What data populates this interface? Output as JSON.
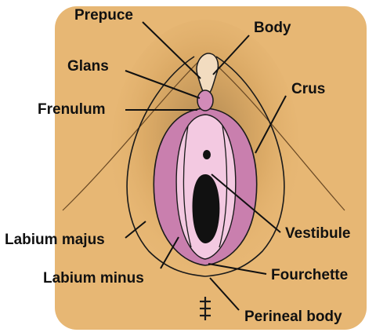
{
  "labels": {
    "prepuce": "Prepuce",
    "body": "Body",
    "glans": "Glans",
    "frenulum": "Frenulum",
    "crus": "Crus",
    "labium_majus": "Labium majus",
    "vestibule": "Vestibule",
    "labium_minus": "Labium minus",
    "fourchette": "Fourchette",
    "perineal_body": "Perineal body"
  },
  "colors": {
    "skin": "#e7b774",
    "skin_shadow": "#c9954f",
    "labia_minora": "#c97fae",
    "vestibule": "#f3c9e1",
    "opening": "#111111",
    "outline": "#1a1a1a"
  }
}
